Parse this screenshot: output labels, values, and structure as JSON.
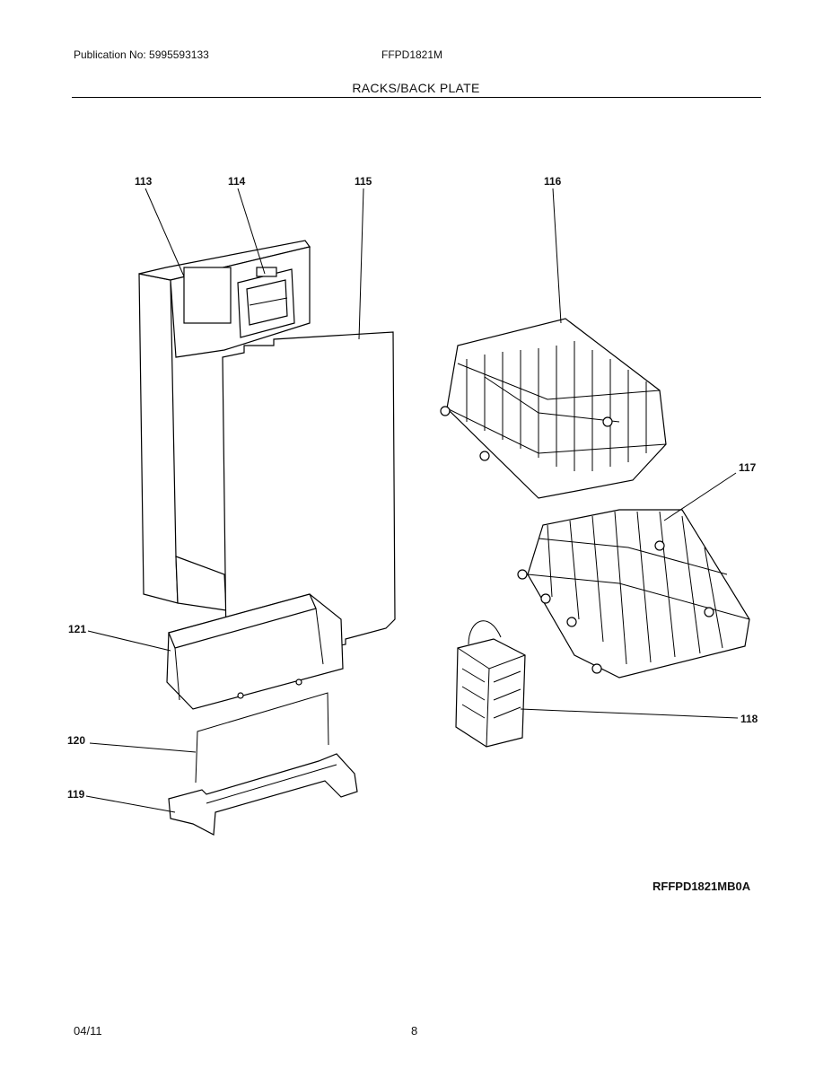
{
  "header": {
    "publication": "Publication No: 5995593133",
    "model": "FFPD1821M",
    "section_title": "RACKS/BACK PLATE"
  },
  "callouts": {
    "p113": "113",
    "p114": "114",
    "p115": "115",
    "p116": "116",
    "p117": "117",
    "p118": "118",
    "p119": "119",
    "p120": "120",
    "p121": "121"
  },
  "drawing_id": "RFFPD1821MB0A",
  "footer": {
    "date": "04/11",
    "page": "8"
  }
}
